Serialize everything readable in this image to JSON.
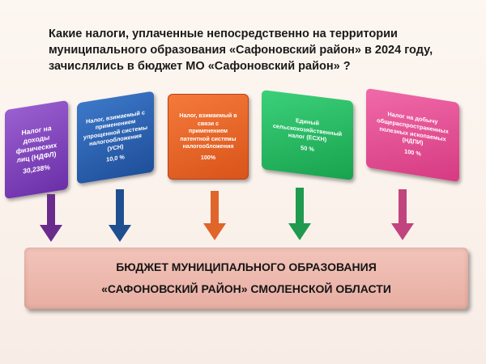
{
  "title": {
    "line1": "Какие налоги, уплаченные   непосредственно на территории",
    "line2": "муниципального образования «Сафоновский район» в 2024 году,",
    "line3": "зачислялись  в бюджет МО «Сафоновский район» ?"
  },
  "taxes": [
    {
      "label": "Налог на\nдоходы\nфизических\nлиц (НДФЛ)",
      "percent": "30,238%",
      "color": "#7b3fb8"
    },
    {
      "label": "Налог, взимаемый с\nприменением\nупрощенной системы\nналогообложения\n(УСН)",
      "percent": "10,0 %",
      "color": "#2a5fae"
    },
    {
      "label": "Налог, взимаемый в\nсвязи с\nприменением\nпатентной системы\nналогообложения",
      "percent": "100%",
      "color": "#e8622a"
    },
    {
      "label": "Единый\nсельскохозяйственный\nналог (ЕСХН)",
      "percent": "50 %",
      "color": "#22b85e"
    },
    {
      "label": "Налог на добычу\nобщераспространенных\nполезных ископаемых\n(НДПИ)",
      "percent": "100 %",
      "color": "#e04a90"
    }
  ],
  "budget": {
    "line1": "БЮДЖЕТ МУНИЦИПАЛЬНОГО ОБРАЗОВАНИЯ",
    "line2": "«САФОНОВСКИЙ РАЙОН» СМОЛЕНСКОЙ ОБЛАСТИ",
    "color": "#eebbb0"
  },
  "arrow_colors": [
    "#6a2c8c",
    "#1f4f8f",
    "#e0652a",
    "#1f9a4e",
    "#c2447e"
  ]
}
